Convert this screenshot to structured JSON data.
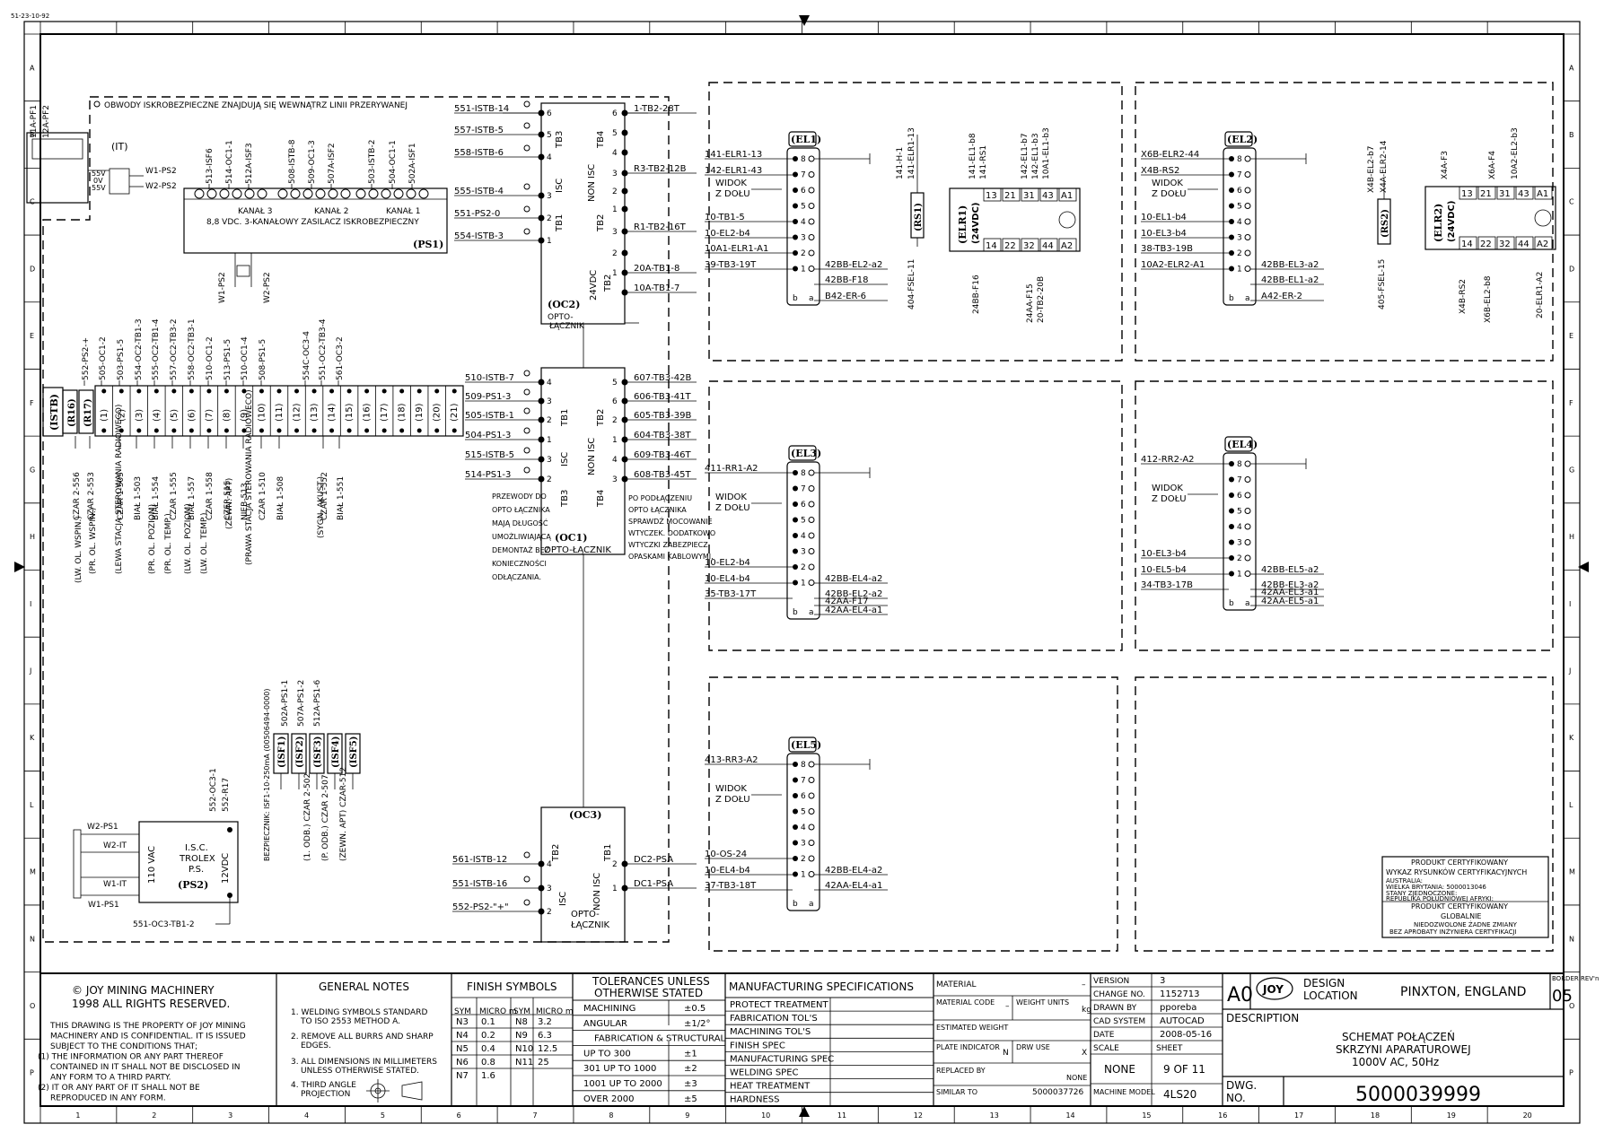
{
  "sheet_ref": "51-23-10-92",
  "border_letters": [
    "A",
    "B",
    "C",
    "D",
    "E",
    "F",
    "G",
    "H",
    "I",
    "J",
    "K",
    "L",
    "M",
    "N",
    "O",
    "P"
  ],
  "border_numbers": [
    "1",
    "2",
    "3",
    "4",
    "5",
    "6",
    "7",
    "8",
    "9",
    "10",
    "11",
    "12",
    "13",
    "14",
    "15",
    "16",
    "17",
    "18",
    "19",
    "20"
  ],
  "note_isc": "OBWODY ISKROBEZPIECZNE ZNAJDUJĄ SIĘ WEWNĄTRZ LINII PRZERYWANEJ",
  "ps1": {
    "tag": "(PS1)",
    "line1": "8,8 VDC. 3-KANAŁOWY ZASILACZ ISKROBEZPIECZNY",
    "channels": [
      "KANAŁ 3",
      "KANAŁ 2",
      "KANAŁ 1"
    ],
    "top_labels": [
      "513-ISF6",
      "514-OC1-1",
      "512A-ISF3",
      "508-ISTB-8",
      "509-OC1-3",
      "507A-ISF2",
      "503-ISTB-2",
      "504-OC1-1",
      "502A-ISF1"
    ],
    "bottom_labels": [
      "W1-PS2",
      "W2-PS2"
    ]
  },
  "it": {
    "tag": "(IT)",
    "labels": [
      "W1-PS2",
      "W2-PS2"
    ],
    "volts": [
      "55V",
      "0V",
      "55V"
    ],
    "left": [
      "11A-PF1",
      "12A-PF2"
    ]
  },
  "oc2": {
    "tag": "(OC2)",
    "sub": [
      "24VDC",
      "OPTO-",
      "ŁĄCZNIK"
    ],
    "blocks": [
      "TB3",
      "ISC",
      "TB1",
      "TB4",
      "NON ISC",
      "TB2",
      "TB2"
    ],
    "left": [
      "551-ISTB-14",
      "557-ISTB-5",
      "558-ISTB-6",
      "555-ISTB-4",
      "551-PS2-0",
      "554-ISTB-3"
    ],
    "right": [
      "1-TB2-28T",
      "R3-TB2-12B",
      "R1-TB2-16T",
      "20A-TB1-8",
      "10A-TB1-7"
    ]
  },
  "oc1": {
    "tag": "(OC1)",
    "sub": "OPTO-ŁĄCZNIK",
    "blocks": [
      "TB1",
      "ISC",
      "TB3",
      "TB2",
      "NON ISC",
      "TB4"
    ],
    "left": [
      "510-ISTB-7",
      "509-PS1-3",
      "505-ISTB-1",
      "504-PS1-3",
      "515-ISTB-5",
      "514-PS1-3"
    ],
    "right": [
      "607-TB3-42B",
      "606-TB3-41T",
      "605-TB3-39B",
      "604-TB3-38T",
      "609-TB3-46T",
      "608-TB3-45T"
    ],
    "note_left": [
      "PRZEWODY DO",
      "OPTO ŁĄCZNIKA",
      "MAJĄ DŁUGOŚĆ",
      "UMOŻLIWIAJĄCĄ",
      "DEMONTAŻ BEZ",
      "KONIECZNOŚCI",
      "ODŁĄCZANIA."
    ],
    "note_right": [
      "PO PODŁĄCZENIU",
      "OPTO ŁĄCZNIKA",
      "SPRAWDŹ MOCOWANIE",
      "WTYCZEK. DODATKOWO",
      "WTYCZKI ZABEZPIECZ",
      "OPASKAMI KABLOWYMI."
    ]
  },
  "oc3": {
    "tag": "(OC3)",
    "sub": [
      "OPTO-",
      "ŁĄCZNIK"
    ],
    "blocks": [
      "TB2",
      "ISC",
      "TB1",
      "NON ISC"
    ],
    "left": [
      "561-ISTB-12",
      "551-ISTB-16",
      "552-PS2-\"+\""
    ],
    "right": [
      "DC2-PSA",
      "DC1-PSA"
    ]
  },
  "istb": {
    "tags": [
      "(ISTB)",
      "(R16)",
      "(R17)"
    ],
    "numbers": [
      "(1)",
      "(2)",
      "(3)",
      "(4)",
      "(5)",
      "(6)",
      "(7)",
      "(8)",
      "(9)",
      "(10)",
      "(11)",
      "(12)",
      "(13)",
      "(14)",
      "(15)",
      "(16)",
      "(17)",
      "(18)",
      "(19)",
      "(20)",
      "(21)"
    ],
    "top_labels": [
      "552-PS2-+",
      "505-OC1-2",
      "503-PS1-5",
      "554-OC2-TB1-3",
      "555-OC2-TB1-4",
      "557-OC2-TB3-2",
      "558-OC2-TB3-1",
      "510-OC1-2",
      "513-PS1-5",
      "510-OC1-4",
      "508-PS1-5",
      "554C-OC3-4",
      "551-OC2-TB3-4",
      "561-OC3-2"
    ],
    "bottom_labels": [
      "CZAR 2-556",
      "CZAR 2-553",
      "CZAR 1-505",
      "BIAŁ 1-503",
      "BIAŁ 1-554",
      "CZAR 1-555",
      "BIAŁ 1-557",
      "CZAR 1-558",
      "CZER-515",
      "NIEB-513",
      "CZAR 1-510",
      "BIAŁ 1-508",
      "CZAR 1-552",
      "BIAŁ 1-551"
    ],
    "groups": [
      "(LW. OL. WSPIN.)",
      "(PR. OL. WSPIN.)",
      "(LEWA STACJA STEROWANIA RADIOWECO)",
      "(PR. OL. POZIOM)",
      "(PR. OL. TEMP.)",
      "(LW. OL. POZIOM)",
      "(LW. OL. TEMP.)",
      "(ZEWN. APT)",
      "(PRAWA STACJA STEROWANIA RADIOWECO)",
      "(SYGN. AKUST.)"
    ]
  },
  "isf": {
    "tags": [
      "(ISF1)",
      "(ISF2)",
      "(ISF3)",
      "(ISF4)",
      "(ISF5)"
    ],
    "top": [
      "502A-PS1-1",
      "507A-PS1-2",
      "512A-PS1-6"
    ],
    "bottom": [
      "(1. ODB.) CZAR 2-502",
      "(P. ODB.) CZAR 2-507",
      "(ZEWN. APT) CZAR-512"
    ],
    "note": "BEZPIECZNIK: ISF1-10-250mA (00506494-0000)"
  },
  "ps2": {
    "tag": "(PS2)",
    "body": [
      "I.S.C.",
      "TROLEX",
      "P.S."
    ],
    "vac": "110 VAC",
    "vdc": "12VDC",
    "labels": [
      "W2-PS1",
      "W2-IT",
      "W1-IT",
      "W1-PS1",
      "551-OC3-TB1-2",
      "552-OC3-1",
      "552-R17"
    ]
  },
  "el1": {
    "tag": "(EL1)",
    "widok": [
      "WIDOK",
      "Z DOŁU"
    ],
    "pins": [
      "8",
      "7",
      "6",
      "5",
      "4",
      "3",
      "2",
      "1"
    ],
    "ab": [
      "b",
      "a"
    ],
    "left": [
      "141-ELR1-13",
      "142-ELR1-43",
      "10-TB1-5",
      "10-EL2-b4",
      "10A1-ELR1-A1",
      "39-TB3-19T"
    ],
    "right": [
      "42BB-EL2-a2",
      "42BB-F18",
      "B42-ER-6"
    ]
  },
  "el2": {
    "tag": "(EL2)",
    "widok": [
      "WIDOK",
      "Z DOŁU"
    ],
    "pins": [
      "8",
      "7",
      "6",
      "5",
      "4",
      "3",
      "2",
      "1"
    ],
    "ab": [
      "b",
      "a"
    ],
    "left": [
      "X6B-ELR2-44",
      "X4B-RS2",
      "10-EL1-b4",
      "10-EL3-b4",
      "38-TB3-19B",
      "10A2-ELR2-A1"
    ],
    "right": [
      "42BB-EL3-a2",
      "42BB-EL1-a2",
      "A42-ER-2"
    ]
  },
  "el3": {
    "tag": "(EL3)",
    "widok": [
      "WIDOK",
      "Z DOŁU"
    ],
    "pins": [
      "8",
      "7",
      "6",
      "5",
      "4",
      "3",
      "2",
      "1"
    ],
    "ab": [
      "b",
      "a"
    ],
    "left": [
      "411-RR1-A2",
      "10-EL2-b4",
      "10-EL4-b4",
      "35-TB3-17T"
    ],
    "right": [
      "42BB-EL4-a2",
      "42BB-EL2-a2",
      "42AA-EL4-a1",
      "42AA-F17"
    ]
  },
  "el4": {
    "tag": "(EL4)",
    "widok": [
      "WIDOK",
      "Z DOŁU"
    ],
    "pins": [
      "8",
      "7",
      "6",
      "5",
      "4",
      "3",
      "2",
      "1"
    ],
    "ab": [
      "b",
      "a"
    ],
    "left": [
      "412-RR2-A2",
      "10-EL3-b4",
      "10-EL5-b4",
      "34-TB3-17B"
    ],
    "right": [
      "42BB-EL5-a2",
      "42BB-EL3-a2",
      "42AA-EL5-a1",
      "42AA-EL3-a1"
    ]
  },
  "el5": {
    "tag": "(EL5)",
    "widok": [
      "WIDOK",
      "Z DOŁU"
    ],
    "pins": [
      "8",
      "7",
      "6",
      "5",
      "4",
      "3",
      "2",
      "1"
    ],
    "ab": [
      "b",
      "a"
    ],
    "left": [
      "413-RR3-A2",
      "10-OS-24",
      "10-EL4-b4",
      "37-TB3-18T"
    ],
    "right": [
      "42BB-EL4-a2",
      "42AA-EL4-a1"
    ]
  },
  "rs1": {
    "tag": "(RS1)",
    "labels": [
      "141-H-1",
      "141-ELR1-13",
      "404-FSEL-11"
    ]
  },
  "rs2": {
    "tag": "(RS2)",
    "labels": [
      "X4B-EL2-b7",
      "X4A-ELR2-14",
      "405-FSEL-15"
    ]
  },
  "elr1": {
    "tag": "(ELR1)",
    "sub": "(24VDC)",
    "top": [
      "13",
      "21",
      "31",
      "43",
      "A1"
    ],
    "bottom": [
      "14",
      "22",
      "32",
      "44",
      "A2"
    ],
    "labels": [
      "141-EL1-b8",
      "141-RS1",
      "142-EL1-b7",
      "142-EL1-b3",
      "10A1-EL1-b3",
      "24BB-F16",
      "24AA-F15",
      "20-TB2-20B"
    ]
  },
  "elr2": {
    "tag": "(ELR2)",
    "sub": "(24VDC)",
    "top": [
      "13",
      "21",
      "31",
      "43",
      "A1"
    ],
    "bottom": [
      "14",
      "22",
      "32",
      "44",
      "A2"
    ],
    "labels": [
      "X4A-F3",
      "X6A-F4",
      "10A2-EL2-b3",
      "X4B-RS2",
      "X6B-EL2-b8",
      "20-ELR1-A2"
    ]
  },
  "cert": {
    "lines": [
      "PRODUKT CERTYFIKOWANY",
      "WYKAZ RYSUNKÓW CERTYFIKACYJNYCH",
      "AUSTRALIA:",
      "WIELKA BRYTANIA: 5000013046",
      "STANY ZJEDNOCZONE:",
      "REPUBLIKA POŁUDNIOWEJ AFRYKI:",
      "PRODUKT CERTYFIKOWANY",
      "GLOBALNIE",
      "NIEDOZWOLONE ŻADNE ZMIANY",
      "BEZ APROBATY INŻYNIERA CERTYFIKACJI"
    ]
  },
  "title_block": {
    "copyright": [
      "© JOY MINING MACHINERY",
      "1998 ALL RIGHTS RESERVED."
    ],
    "property": [
      "THIS DRAWING IS THE PROPERTY OF JOY MINING",
      "MACHINERY AND IS CONFIDENTIAL. IT IS ISSUED",
      "SUBJECT TO THE CONDITIONS THAT;",
      "(1) THE INFORMATION OR ANY PART THEREOF",
      "CONTAINED IN IT SHALL NOT BE DISCLOSED IN",
      "ANY FORM TO A THIRD PARTY.",
      "(2) IT OR ANY PART OF IT SHALL NOT BE",
      "REPRODUCED IN ANY FORM."
    ],
    "general_notes_title": "GENERAL NOTES",
    "general_notes": [
      "1. WELDING SYMBOLS STANDARD",
      "TO ISO 2553 METHOD A.",
      "2. REMOVE ALL BURRS AND SHARP",
      "EDGES.",
      "3. ALL DIMENSIONS IN MILLIMETERS",
      "UNLESS OTHERWISE STATED.",
      "4. THIRD ANGLE",
      "PROJECTION"
    ],
    "finish_title": "FINISH SYMBOLS",
    "finish_head": [
      "SYM",
      "MICRO m",
      "SYM",
      "MICRO m"
    ],
    "finish_rows": [
      [
        "N3",
        "0.1",
        "N8",
        "3.2"
      ],
      [
        "N4",
        "0.2",
        "N9",
        "6.3"
      ],
      [
        "N5",
        "0.4",
        "N10",
        "12.5"
      ],
      [
        "N6",
        "0.8",
        "N11",
        "25"
      ],
      [
        "N7",
        "1.6",
        "",
        ""
      ]
    ],
    "tol_title": [
      "TOLERANCES UNLESS",
      "OTHERWISE STATED"
    ],
    "tol_rows": [
      [
        "MACHINING",
        "±0.5"
      ],
      [
        "ANGULAR",
        "±1/2°"
      ],
      [
        "FABRICATION & STRUCTURAL",
        ""
      ],
      [
        "UP TO 300",
        "±1"
      ],
      [
        "301 UP TO 1000",
        "±2"
      ],
      [
        "1001 UP TO 2000",
        "±3"
      ],
      [
        "OVER 2000",
        "±5"
      ]
    ],
    "mfg_title": "MANUFACTURING SPECIFICATIONS",
    "mfg_rows": [
      "PROTECT TREATMENT",
      "FABRICATION TOL'S",
      "MACHINING TOL'S",
      "FINISH SPEC",
      "MANUFACTURING SPEC",
      "WELDING SPEC",
      "HEAT TREATMENT",
      "HARDNESS"
    ],
    "material": "MATERIAL",
    "material_dash": "–",
    "material_code": "MATERIAL CODE",
    "weight_units": "WEIGHT UNITS",
    "kg": "kg",
    "est_weight": "ESTIMATED WEIGHT",
    "plate": "PLATE INDICATOR",
    "n": "N",
    "drw_use": "DRW USE",
    "x": "X",
    "replaced": "REPLACED BY",
    "replaced_val": "NONE",
    "similar": "SIMILAR TO",
    "similar_val": "5000037726",
    "version_l": "VERSION",
    "version": "3",
    "change_l": "CHANGE NO.",
    "change": "1152713",
    "drawn_l": "DRAWN BY",
    "drawn": "pporeba",
    "cad_l": "CAD SYSTEM",
    "cad": "AUTOCAD",
    "date_l": "DATE",
    "date": "2008-05-16",
    "scale_l": "SCALE",
    "scale": "NONE",
    "sheet_l": "SHEET",
    "sheet": "9 OF 11",
    "machine_l": "MACHINE MODEL",
    "machine": "4LS20",
    "size": "A0",
    "logo": "JOY",
    "design_loc": [
      "DESIGN",
      "LOCATION"
    ],
    "location": "PINXTON, ENGLAND",
    "border_rev_l": "BORDER REV'n",
    "border_rev": "05",
    "desc_l": "DESCRIPTION",
    "desc": [
      "SCHEMAT POŁĄCZEŃ",
      "SKRZYNI APARATUROWEJ",
      "1000V AC, 50Hz"
    ],
    "dwg_l": [
      "DWG.",
      "NO."
    ],
    "dwg": "5000039999"
  }
}
